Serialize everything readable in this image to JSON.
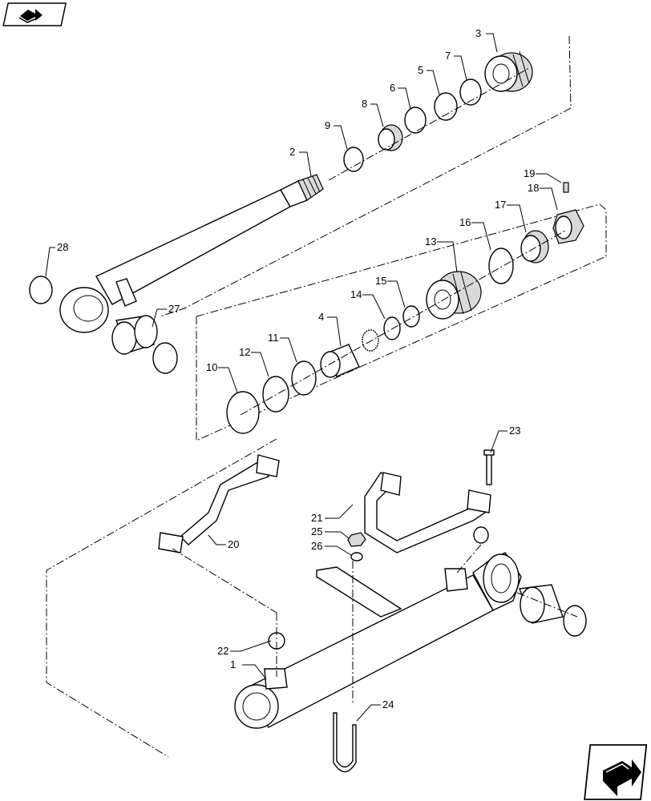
{
  "nav": {
    "top_icon": "book-arrow-icon",
    "bottom_icon": "next-page-arrow-icon"
  },
  "callouts": [
    {
      "id": "1",
      "label": "1"
    },
    {
      "id": "2",
      "label": "2"
    },
    {
      "id": "3",
      "label": "3"
    },
    {
      "id": "4",
      "label": "4"
    },
    {
      "id": "5",
      "label": "5"
    },
    {
      "id": "6",
      "label": "6"
    },
    {
      "id": "7",
      "label": "7"
    },
    {
      "id": "8",
      "label": "8"
    },
    {
      "id": "9",
      "label": "9"
    },
    {
      "id": "10",
      "label": "10"
    },
    {
      "id": "11",
      "label": "11"
    },
    {
      "id": "12",
      "label": "12"
    },
    {
      "id": "13",
      "label": "13"
    },
    {
      "id": "14",
      "label": "14"
    },
    {
      "id": "15",
      "label": "15"
    },
    {
      "id": "16",
      "label": "16"
    },
    {
      "id": "17",
      "label": "17"
    },
    {
      "id": "18",
      "label": "18"
    },
    {
      "id": "19",
      "label": "19"
    },
    {
      "id": "20",
      "label": "20"
    },
    {
      "id": "21",
      "label": "21"
    },
    {
      "id": "22",
      "label": "22"
    },
    {
      "id": "23",
      "label": "23"
    },
    {
      "id": "24",
      "label": "24"
    },
    {
      "id": "25",
      "label": "25"
    },
    {
      "id": "26",
      "label": "26"
    },
    {
      "id": "27",
      "label": "27"
    },
    {
      "id": "28",
      "label": "28"
    }
  ]
}
